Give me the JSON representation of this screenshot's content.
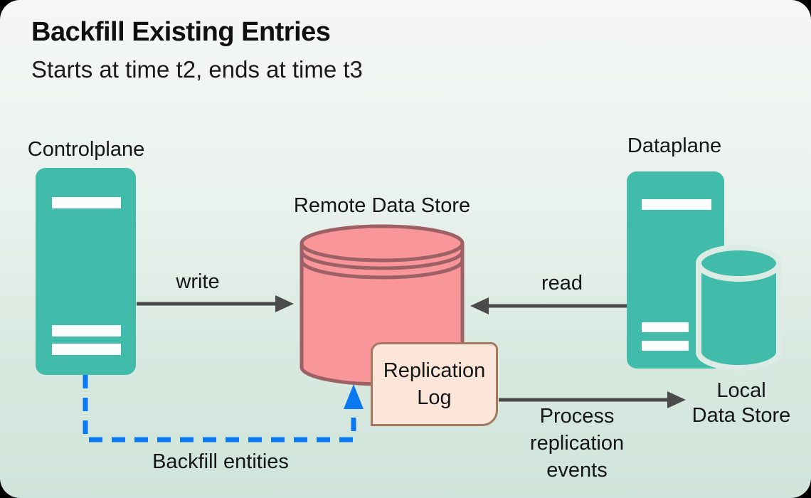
{
  "page": {
    "title": "Backfill Existing Entries",
    "subtitle": "Starts at time t2, ends at time t3"
  },
  "nodes": {
    "controlplane": {
      "label": "Controlplane"
    },
    "remote_store": {
      "label": "Remote Data Store"
    },
    "dataplane": {
      "label": "Dataplane"
    },
    "local_store": {
      "label_line1": "Local",
      "label_line2": "Data Store"
    },
    "replication_log": {
      "label_line1": "Replication",
      "label_line2": "Log"
    }
  },
  "edges": {
    "write": {
      "label": "write"
    },
    "read": {
      "label": "read"
    },
    "process": {
      "label_line1": "Process",
      "label_line2": "replication",
      "label_line3": "events"
    },
    "backfill": {
      "label": "Backfill entities"
    }
  },
  "colors": {
    "card_gradient_top": "#F5F7F6",
    "card_gradient_bottom": "#CFE4DA",
    "server_fill": "#41BCAB",
    "server_slot_fill": "#FBFCFC",
    "remote_store_fill": "#F9969A",
    "remote_store_stroke": "#9D6165",
    "local_store_outline": "#DCEBE4",
    "note_fill": "#FCE6D9",
    "note_stroke": "#A5785F",
    "arrow_color": "#4B4B4B",
    "backfill_arrow_color": "#0A78F0"
  }
}
